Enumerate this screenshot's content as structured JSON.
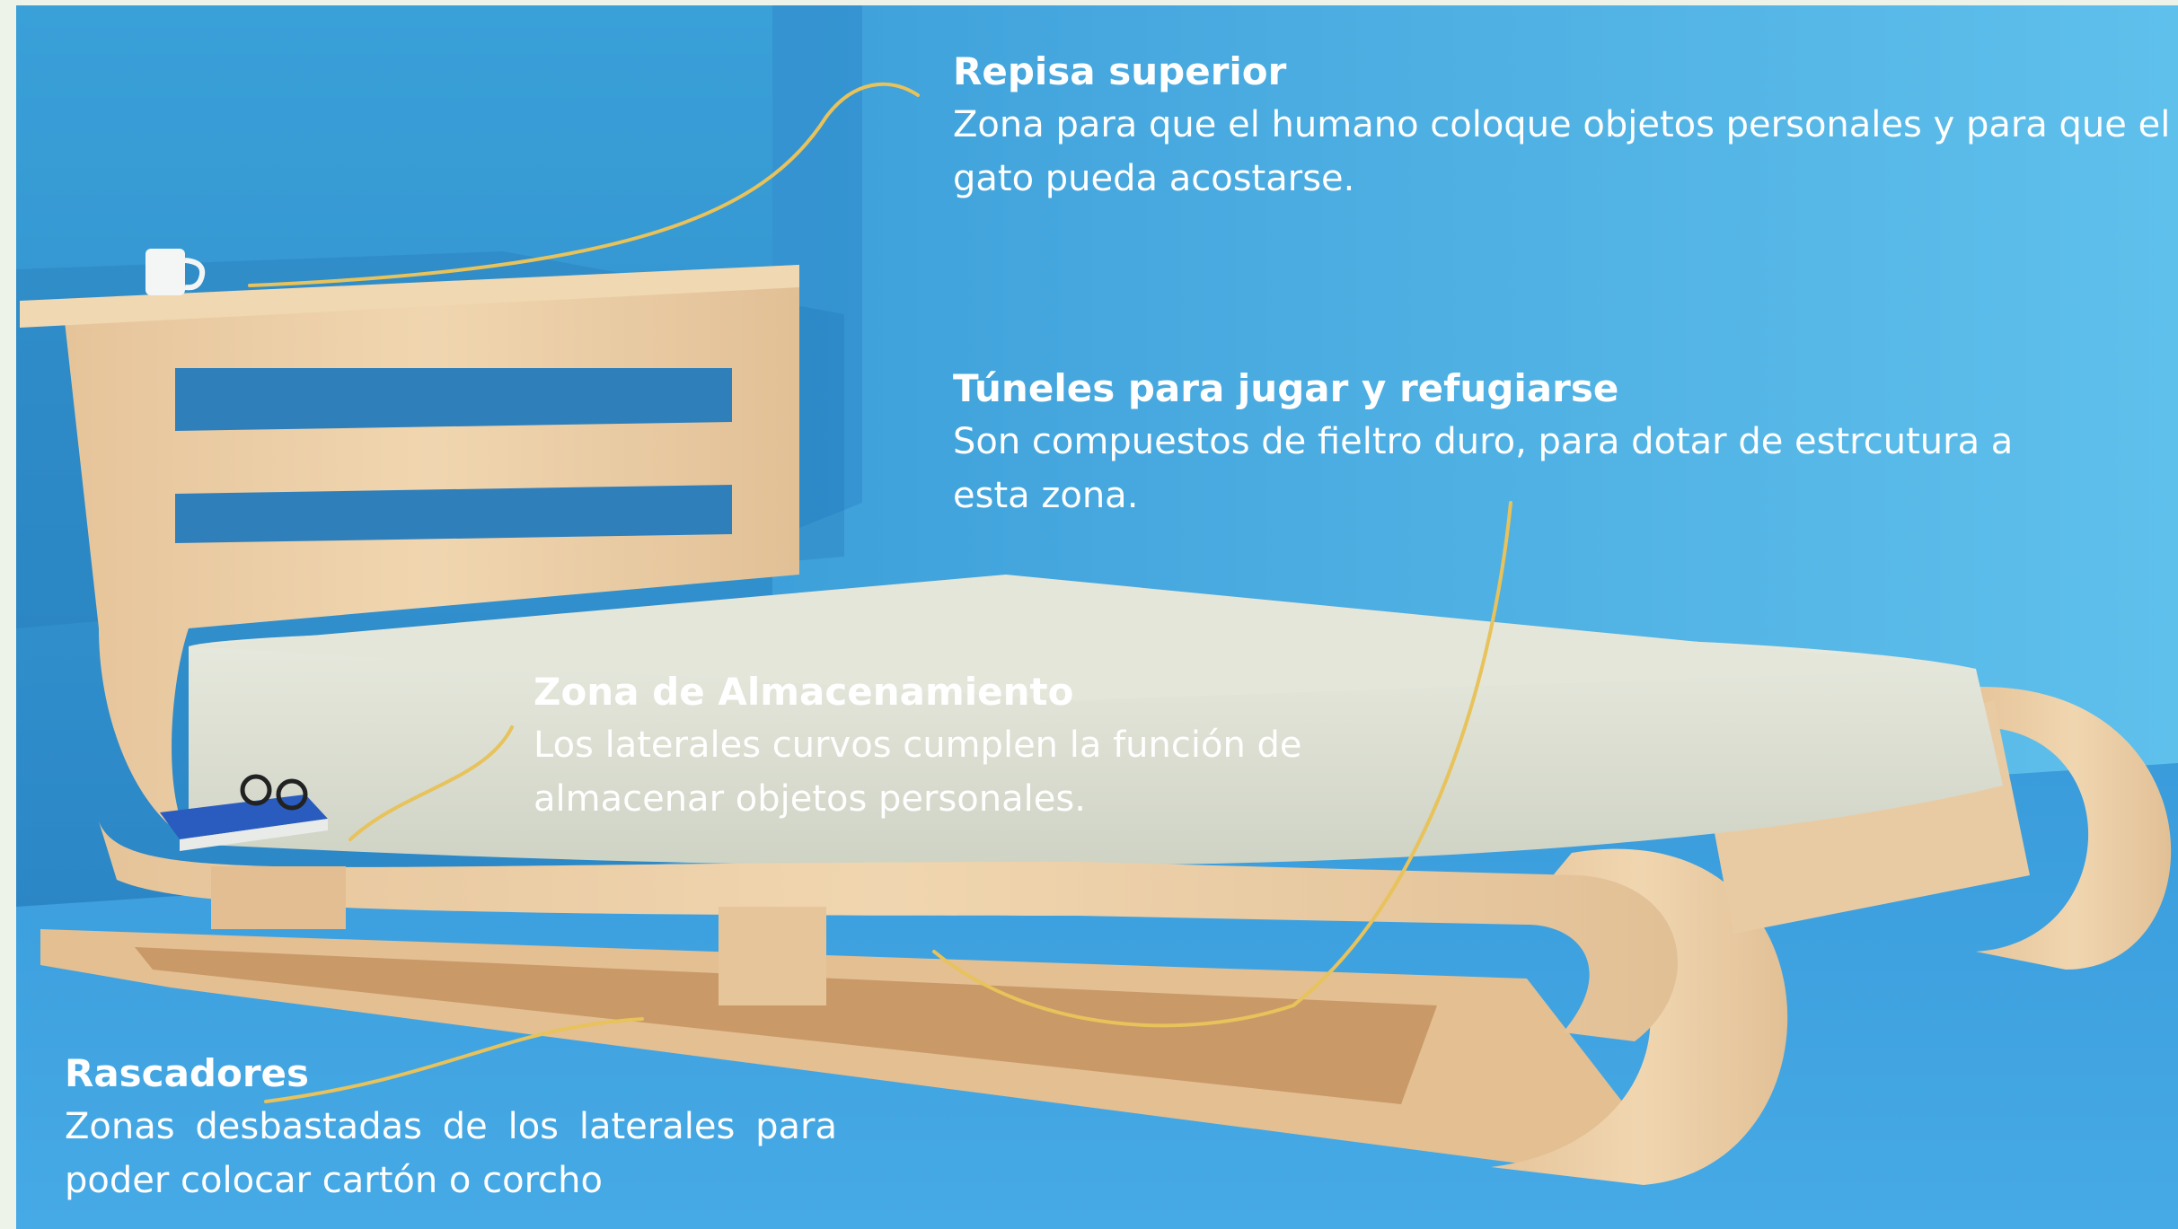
{
  "callouts": {
    "repisa": {
      "title": "Repisa superior",
      "body": "Zona para que el humano coloque objetos personales y para que el gato pueda acostarse."
    },
    "tuneles": {
      "title": "Túneles para jugar y refugiarse",
      "body": "Son compuestos de fieltro duro, para dotar de estrcutura a esta zona."
    },
    "almacenamiento": {
      "title": "Zona de Almacenamiento",
      "body": "Los laterales curvos cumplen la función de almacenar objetos personales."
    },
    "rascadores": {
      "title": "Rascadores",
      "body": "Zonas desbastadas de los laterales para poder colocar cartón o corcho"
    }
  },
  "colors": {
    "wall": "#2f8fd0",
    "floor": "#3d9fdc",
    "wood": "#eccfa6",
    "mattress": "#dfe2d4",
    "leader_line": "#e8c25a",
    "text": "#ffffff"
  }
}
